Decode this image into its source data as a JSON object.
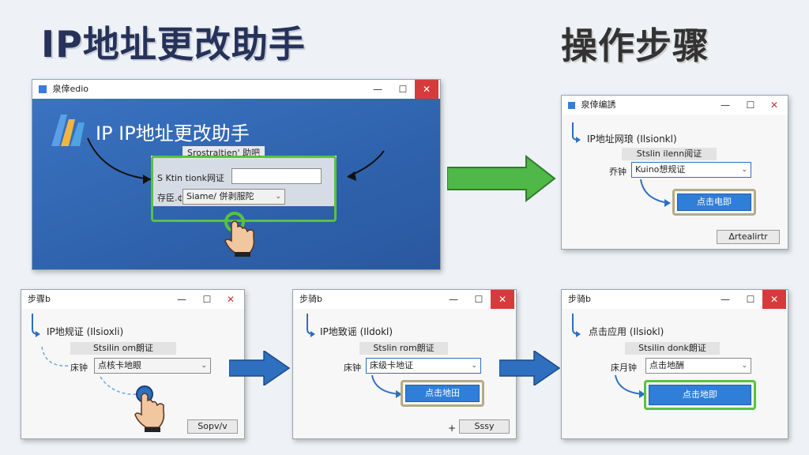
{
  "headings": {
    "left": "IP地址更改助手",
    "right": "操作步骤"
  },
  "main_window": {
    "title": "泉倖edio",
    "app_title": "IP IP地址更改助手",
    "dialog_title": "Srostraltien' 助吧",
    "row1_label": "S Ktin tionk网证",
    "row1_value": "",
    "row2_label": "存臣.¢",
    "row2_value": "Siame/ 併剥服陀",
    "controls": {
      "min": "—",
      "max": "☐",
      "close": "✕"
    }
  },
  "step1": {
    "title": "泉倖编誘",
    "heading": "IP地址网琅 (Ilsionkl)",
    "sub": "Stslin ilenn阅证",
    "row_label": "乔钟",
    "select_value": "Kuino想规证",
    "apply_button": "点击电即",
    "ok_button": "Δrtealirtr"
  },
  "step2": {
    "title": "步骤b",
    "heading": "IP地规证 (Ilsioxli)",
    "sub": "Stsilin om朗证",
    "row_label": "床钟",
    "select_value": "点核卡地眼",
    "ok_button": "Sopv/v"
  },
  "step3": {
    "title": "步骑b",
    "heading": "IP地致谣 (Ildokl)",
    "sub": "Stslin rom朗证",
    "row_label": "床钟",
    "select_value": "床级卡地证",
    "apply_button": "点击地田",
    "plus": "+",
    "ok_button": "Sssy"
  },
  "step4": {
    "title": "步骑b",
    "heading": "点击应用 (Ilsiokl)",
    "sub": "Stsilin donk朗证",
    "row_label": "床月钟",
    "select_value": "点击地酬",
    "apply_button": "点击地即"
  },
  "colors": {
    "green_arrow": "#4fb848",
    "blue_arrow": "#2e6fc0",
    "highlight": "#58c23f",
    "main_bg": "#2f63ad"
  }
}
